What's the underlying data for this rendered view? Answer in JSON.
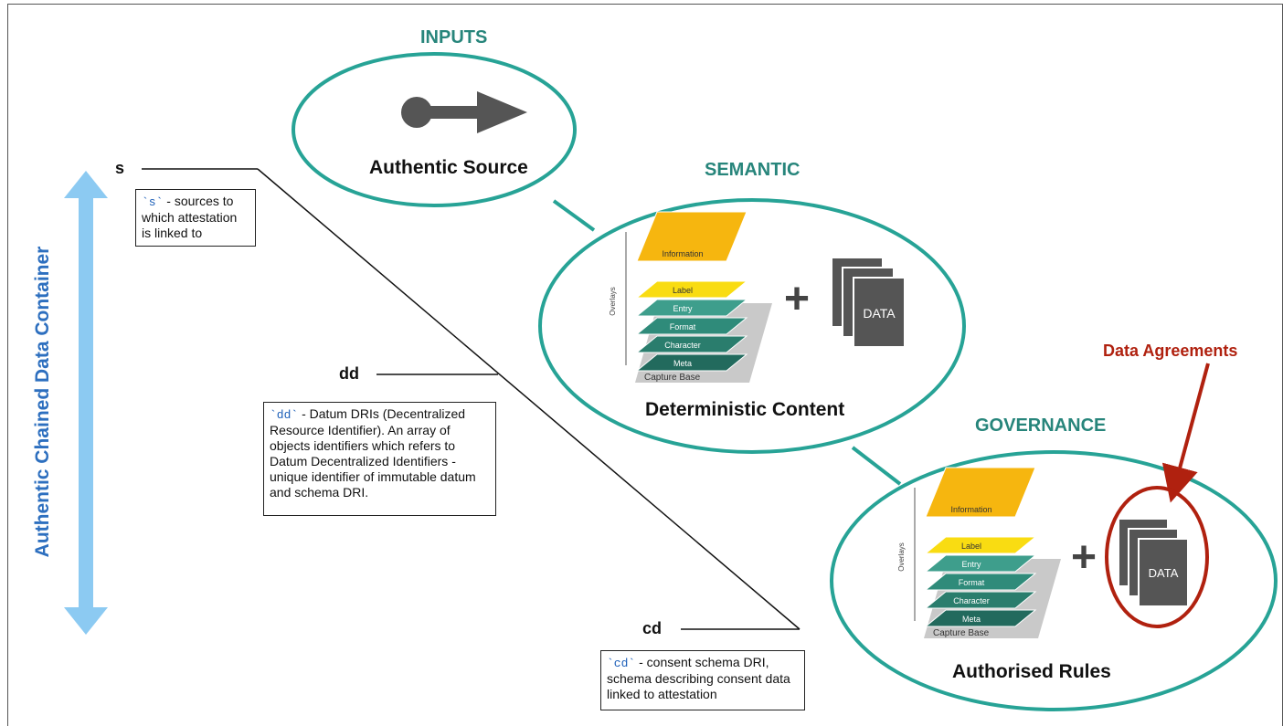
{
  "headings": {
    "inputs": "INPUTS",
    "semantic": "SEMANTIC",
    "governance": "GOVERNANCE"
  },
  "ellipses": {
    "authentic_source": "Authentic Source",
    "deterministic_content": "Deterministic Content",
    "authorised_rules": "Authorised Rules"
  },
  "vertical_label": "Authentic Chained Data Container",
  "fields": [
    {
      "key": "s",
      "code": "`s`",
      "description": " - sources to which attestation is linked to"
    },
    {
      "key": "dd",
      "code": "`dd`",
      "description": " - Datum DRIs (Decentralized Resource Identifier). An array of objects identifiers which refers to Datum Decentralized Identifiers - unique identifier of immutable datum and schema DRI."
    },
    {
      "key": "cd",
      "code": "`cd`",
      "description": " - consent schema DRI, schema describing consent data linked to attestation"
    }
  ],
  "data_agreements": "Data Agreements",
  "stack": {
    "overlays_label": "Overlays",
    "layers": [
      "Information",
      "Label",
      "Entry",
      "Format",
      "Character",
      "Meta"
    ],
    "capture_base": "Capture Base",
    "data_label": "DATA",
    "plus": "+"
  },
  "colors": {
    "teal": "#27a396",
    "heading_teal": "#27857b",
    "red": "#b0210f",
    "arrow_blue": "#8ccaf2",
    "label_blue": "#2d6fbf",
    "yellow_dark": "#f6b60f",
    "yellow_light": "#f9dc12",
    "layer_teal": "#3e9e8c",
    "dark_gray": "#555555"
  }
}
